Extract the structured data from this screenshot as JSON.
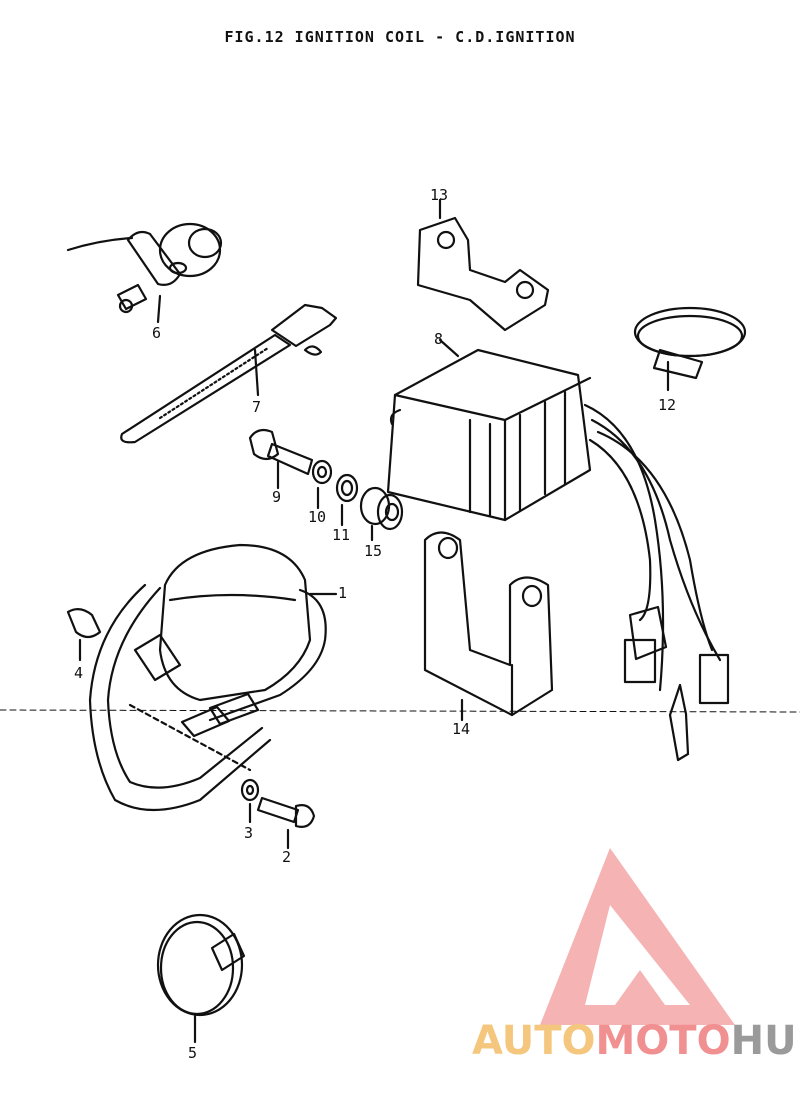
{
  "title": "FIG.12 IGNITION COIL - C.D.IGNITION",
  "callouts": [
    "1",
    "2",
    "3",
    "4",
    "5",
    "6",
    "7",
    "8",
    "9",
    "10",
    "11",
    "12",
    "13",
    "14",
    "15"
  ],
  "watermark": {
    "part1": "AUTO",
    "part2": "MOTO",
    "part3": "HUB",
    "colors": {
      "auto": "#f5c77e",
      "moto": "#f09090",
      "hub": "#9a9a9a",
      "triangle": "#f29a9a"
    }
  }
}
